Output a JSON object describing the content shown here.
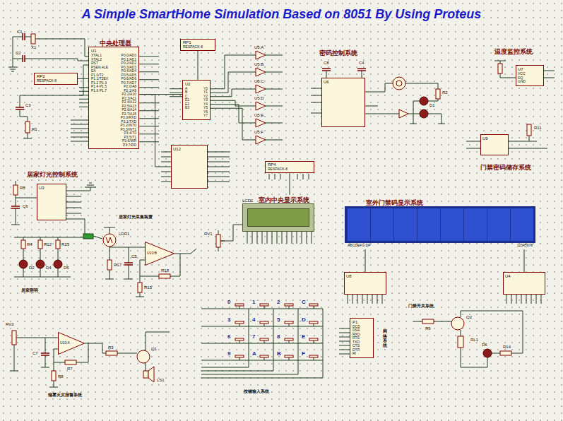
{
  "diagram": {
    "title": "A Simple SmartHome Simulation Based on 8051 By Using Proteus",
    "nodes": [
      {
        "text": [
          "中央处理器",
          "U1",
          "XTAL1 XTAL2 RST PSEN ALE EA P1.0/T2 P1.1/T2EX P1.2 P1.3 P1.4 P1.5 P1.6 P1.7",
          "P0.0/AD0 P0.1/AD1 P0.2/AD2 P0.3/AD3 P0.4/AD4 P0.5/AD5 P0.6/AD6 P0.7/AD7 P2.0/A8 P2.1/A9 P2.2/A10 P2.3/A11 P2.4/A12 P2.5/A13 P2.6/A14 P2.7/A15 P3.0/RXD P3.1/TXD P3.2/INT0 P3.3/INT1 P3.4/T0 P3.5/T1 P3.6/WR P3.7/RD"
        ]
      },
      {
        "text": [
          "RP2",
          "RESPACK-8"
        ]
      },
      {
        "text": [
          "RP1",
          "RESPACK-8"
        ]
      },
      {
        "text": [
          "U2",
          "A B C E1 E2 E3",
          "Y0 Y1 Y2 Y3 Y4 Y5 Y6 Y7"
        ]
      },
      {
        "text": [
          "密码控制系统",
          "U6"
        ]
      },
      {
        "text": [
          "温度监控系统",
          "U7",
          "VCC DQ GND"
        ]
      },
      {
        "text": [
          "U12"
        ]
      },
      {
        "text": [
          "RP4",
          "RESPACK-8"
        ]
      },
      {
        "text": [
          "U9",
          "门禁密码储存系统"
        ]
      },
      {
        "text": [
          "居家灯光控制系统",
          "U3"
        ]
      },
      {
        "text": [
          "U10:B"
        ]
      },
      {
        "text": [
          "LCD1",
          "室内中央显示系统"
        ]
      },
      {
        "text": [
          "室外门禁码显示系统",
          "ABCDEFG DP",
          "12345678"
        ]
      },
      {
        "text": [
          "U8"
        ]
      },
      {
        "text": [
          "U4"
        ]
      },
      {
        "text": [
          "U10:A"
        ]
      },
      {
        "text": [
          "P1",
          "DCD DSR RXD RTS TXD CTS DTR RI"
        ]
      }
    ],
    "edges": [
      {
        "from": 1,
        "to": 0,
        "arrow": "none"
      },
      {
        "from": 0,
        "to": 3,
        "arrow": "none"
      },
      {
        "from": 2,
        "to": 3,
        "arrow": "none"
      },
      {
        "from": 0,
        "to": 6,
        "arrow": "none"
      },
      {
        "from": 7,
        "to": 11,
        "arrow": "none"
      },
      {
        "from": 13,
        "to": 12,
        "arrow": "none"
      },
      {
        "from": 14,
        "to": 12,
        "arrow": "none"
      }
    ],
    "labels": [
      "X1",
      "C1",
      "C2",
      "C3",
      "R1",
      "U5:A",
      "U5:B",
      "U5:C",
      "U5:D",
      "U5:E",
      "U5:F",
      "R2",
      "D1",
      "C8",
      "C4",
      "R11",
      "居家灯光采集装置",
      "LDR1",
      "R17",
      "C5",
      "R18",
      "R15",
      "居家照明",
      "R4",
      "R12",
      "R13",
      "D2",
      "D4",
      "D5",
      "R5",
      "C6",
      "RV1",
      "门禁开关系统",
      "R9",
      "Q2",
      "RL1",
      "D6",
      "R14",
      "RV2",
      "C7",
      "R7",
      "R8",
      "R3",
      "Q1",
      "LS1",
      "烟雾火灾报警系统",
      "0",
      "1",
      "2",
      "C",
      "3",
      "4",
      "5",
      "D",
      "6",
      "7",
      "8",
      "E",
      "9",
      "A",
      "B",
      "F",
      "按键输入系统",
      "网络系统"
    ]
  }
}
